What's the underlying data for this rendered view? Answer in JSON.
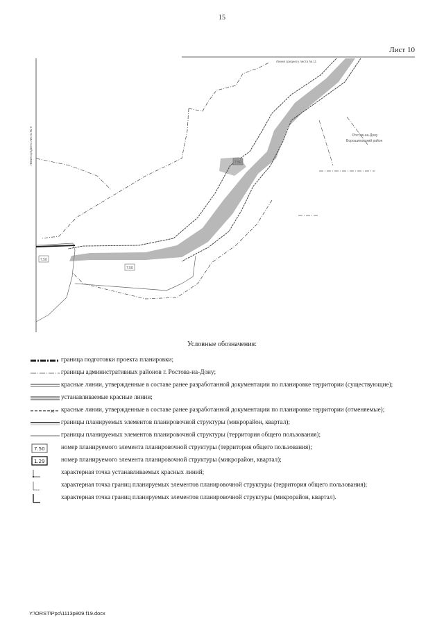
{
  "page_number": "15",
  "sheet_label": "Лист 10",
  "map": {
    "labels": {
      "top_line": "Линия среднего листа № 11",
      "left_line": "Линия среднего листа № 9",
      "district": "Ростов-на-Дону\nВорошиловский район",
      "district_line1": "Ростов-на-Дону",
      "district_line2": "Ворошиловский район",
      "element_1": "7.50",
      "element_2": "7.50",
      "element_3": "7.50"
    }
  },
  "legend": {
    "title": "Условные обозначения:",
    "items": [
      {
        "symbol": "project-boundary",
        "text": "граница подготовки проекта планировки;"
      },
      {
        "symbol": "admin-boundary",
        "text": "границы административных районов г. Ростова-на-Дону;"
      },
      {
        "symbol": "red-lines-existing",
        "text": "красные линии, утвержденные в составе ранее разработанной документации по планировке территории (существующие);"
      },
      {
        "symbol": "red-lines-new",
        "text": "устанавливаемые красные линии;"
      },
      {
        "symbol": "red-lines-cancelled",
        "text": "красные линии, утвержденные в составе ранее разработанной документации по планировке территории (отменяемые);"
      },
      {
        "symbol": "block-boundary",
        "text": "границы планируемых элементов планировочной структуры (микрорайон, квартал);"
      },
      {
        "symbol": "public-boundary",
        "text": "границы планируемых элементов планировочной структуры (территория общего пользования);"
      },
      {
        "symbol": "public-number",
        "label": "7.50",
        "text": "номер планируемого элемента планировочной структуры (территория общего пользования);"
      },
      {
        "symbol": "block-number",
        "label": "1.29",
        "text": "номер планируемого элемента планировочной структуры (микрорайон, квартал);"
      },
      {
        "symbol": "red-line-point",
        "text": "характерная точка устанавливаемых красных линий;"
      },
      {
        "symbol": "public-point",
        "text": "характерная точка границ планируемых элементов планировочной структуры (территория общего пользования);"
      },
      {
        "symbol": "block-point",
        "text": "характерная точка границ планируемых элементов планировочной структуры (микрорайон, квартал)."
      }
    ]
  },
  "footer": "Y:\\ORST\\Ppo\\1113p809.f19.docx"
}
